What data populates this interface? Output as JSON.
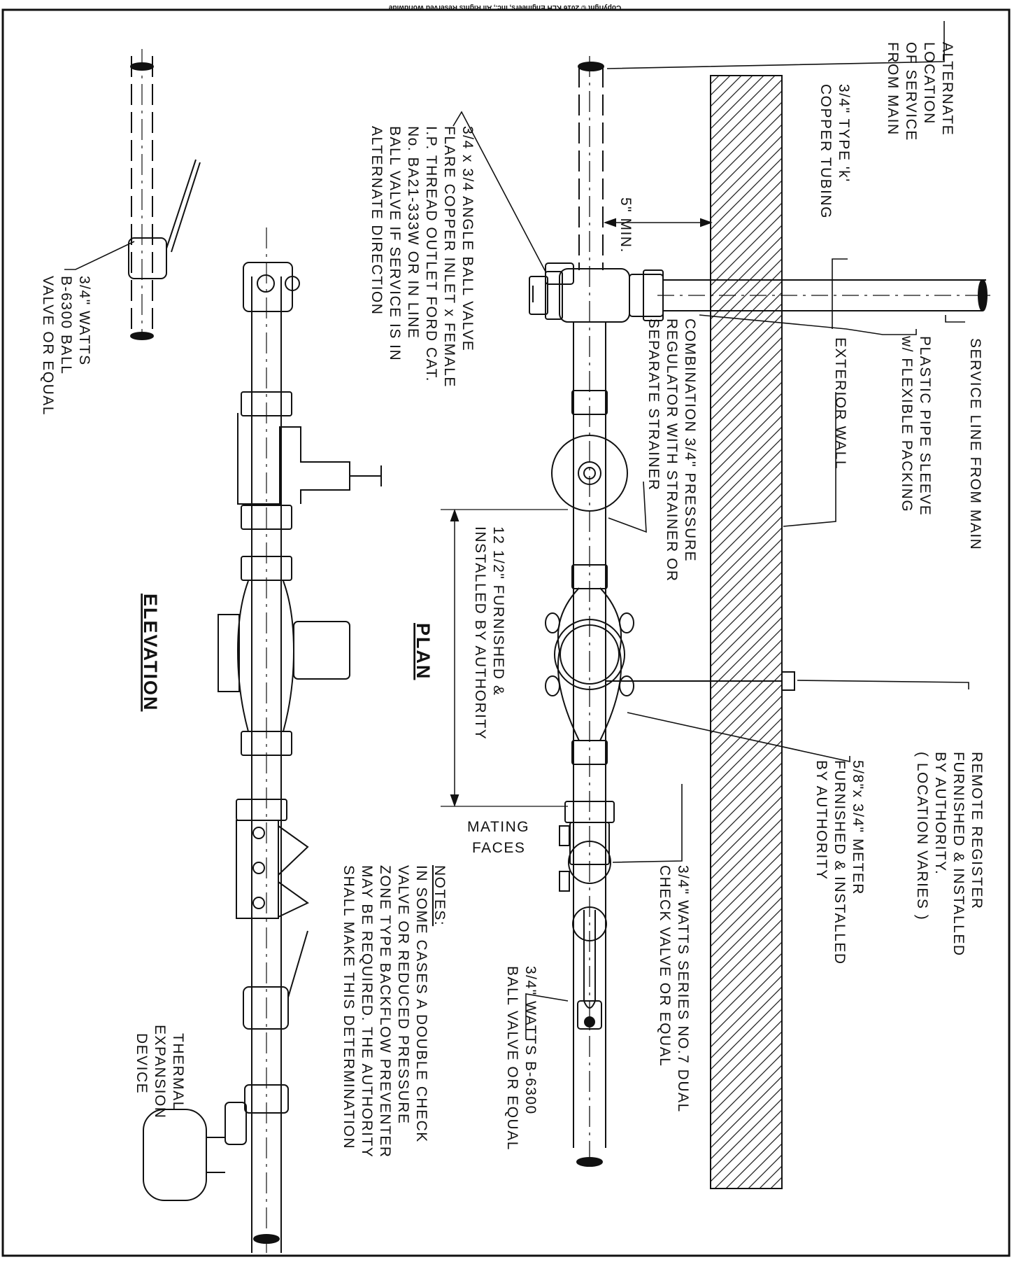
{
  "copyright": "Copyright © 2016 KLH Engineers, Inc., All Rights Reserved Worldwide",
  "views": {
    "plan_title": "PLAN",
    "elevation_title": "ELEVATION"
  },
  "labels": {
    "alternate_location": [
      "ALTERNATE",
      "LOCATION",
      "OF SERVICE",
      "FROM MAIN"
    ],
    "copper_tubing": [
      "3/4\" TYPE 'k'",
      "COPPER TUBING"
    ],
    "service_line": "SERVICE LINE FROM MAIN",
    "plastic_sleeve": [
      "PLASTIC PIPE SLEEVE",
      "w/ FLEXIBLE PACKING"
    ],
    "exterior_wall": "EXTERIOR WALL",
    "remote_register": [
      "REMOTE REGISTER",
      "FURNISHED & INSTALLED",
      "BY AUTHORITY.",
      "( LOCATION VARIES )"
    ],
    "min_clearance": "5\" MIN.",
    "regulator": [
      "COMBINATION 3/4\" PRESSURE",
      "REGULATOR WITH STRAINER OR",
      "SEPARATE STRAINER"
    ],
    "angle_valve": [
      "3/4 x 3/4 ANGLE BALL VALVE",
      "FLARE COPPER INLET x FEMALE",
      "I.P. THREAD OUTLET FORD CAT.",
      "No. BA21-333W OR IN LINE",
      "BALL VALVE IF SERVICE IS IN",
      "ALTERNATE DIRECTION"
    ],
    "meter": [
      "5/8\"x 3/4\" METER",
      "FURNISHED & INSTALLED",
      "BY AUTHORITY"
    ],
    "check_valve": [
      "3/4\" WATTS SERIES NO.7 DUAL",
      "CHECK VALVE OR EQUAL"
    ],
    "ball_valve_plan": [
      "3/4\" WATTS B-6300",
      "BALL VALVE OR EQUAL"
    ],
    "ball_valve_elev": [
      "3/4\" WATTS",
      "B-6300 BALL",
      "VALVE OR EQUAL"
    ],
    "furnished_length": [
      "12 1/2\" FURNISHED &",
      "INSTALLED BY AUTHORITY"
    ],
    "mating_faces": [
      "MATING",
      "FACES"
    ],
    "thermal_device": [
      "THERMAL",
      "EXPANSION",
      "DEVICE"
    ],
    "notes_title": "NOTES:",
    "notes": [
      "IN SOME CASES A DOUBLE CHECK",
      "VALVE OR REDUCED PRESSURE",
      "ZONE TYPE BACKFLOW PREVENTER",
      "MAY BE REQUIRED. THE AUTHORITY",
      "SHALL MAKE THIS DETERMINATION"
    ]
  }
}
